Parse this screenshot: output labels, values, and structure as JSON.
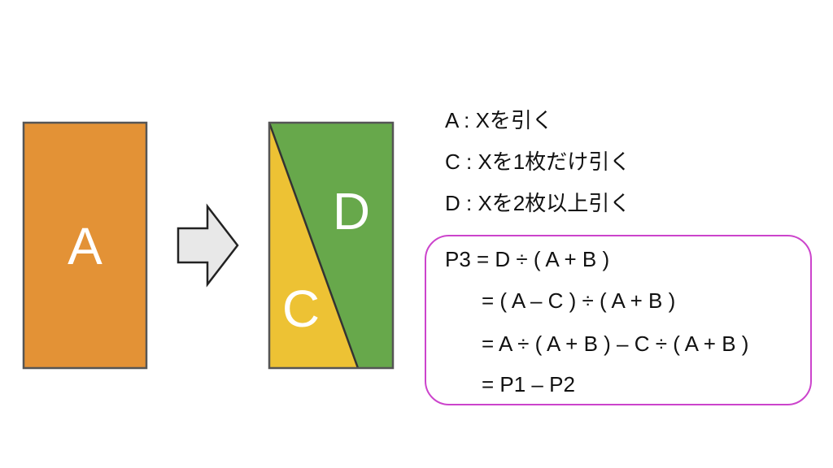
{
  "shapes": {
    "rect_a_label": "A",
    "region_c_label": "C",
    "region_d_label": "D"
  },
  "legend": [
    "A : Xを引く",
    "C : Xを1枚だけ引く",
    "D : Xを2枚以上引く"
  ],
  "formula": {
    "lines": [
      "P3 = D ÷ ( A + B )",
      "= ( A – C ) ÷ ( A + B )",
      "= A ÷ ( A + B ) – C ÷ ( A + B )",
      "= P1 – P2"
    ]
  },
  "colors": {
    "rect_a": "#e39236",
    "region_c": "#edc234",
    "region_d": "#67a84b",
    "arrow_fill": "#e8e8e8",
    "outline": "#555555",
    "box_border": "#cc44cc"
  },
  "icons": {
    "arrow": "right-arrow-icon"
  }
}
